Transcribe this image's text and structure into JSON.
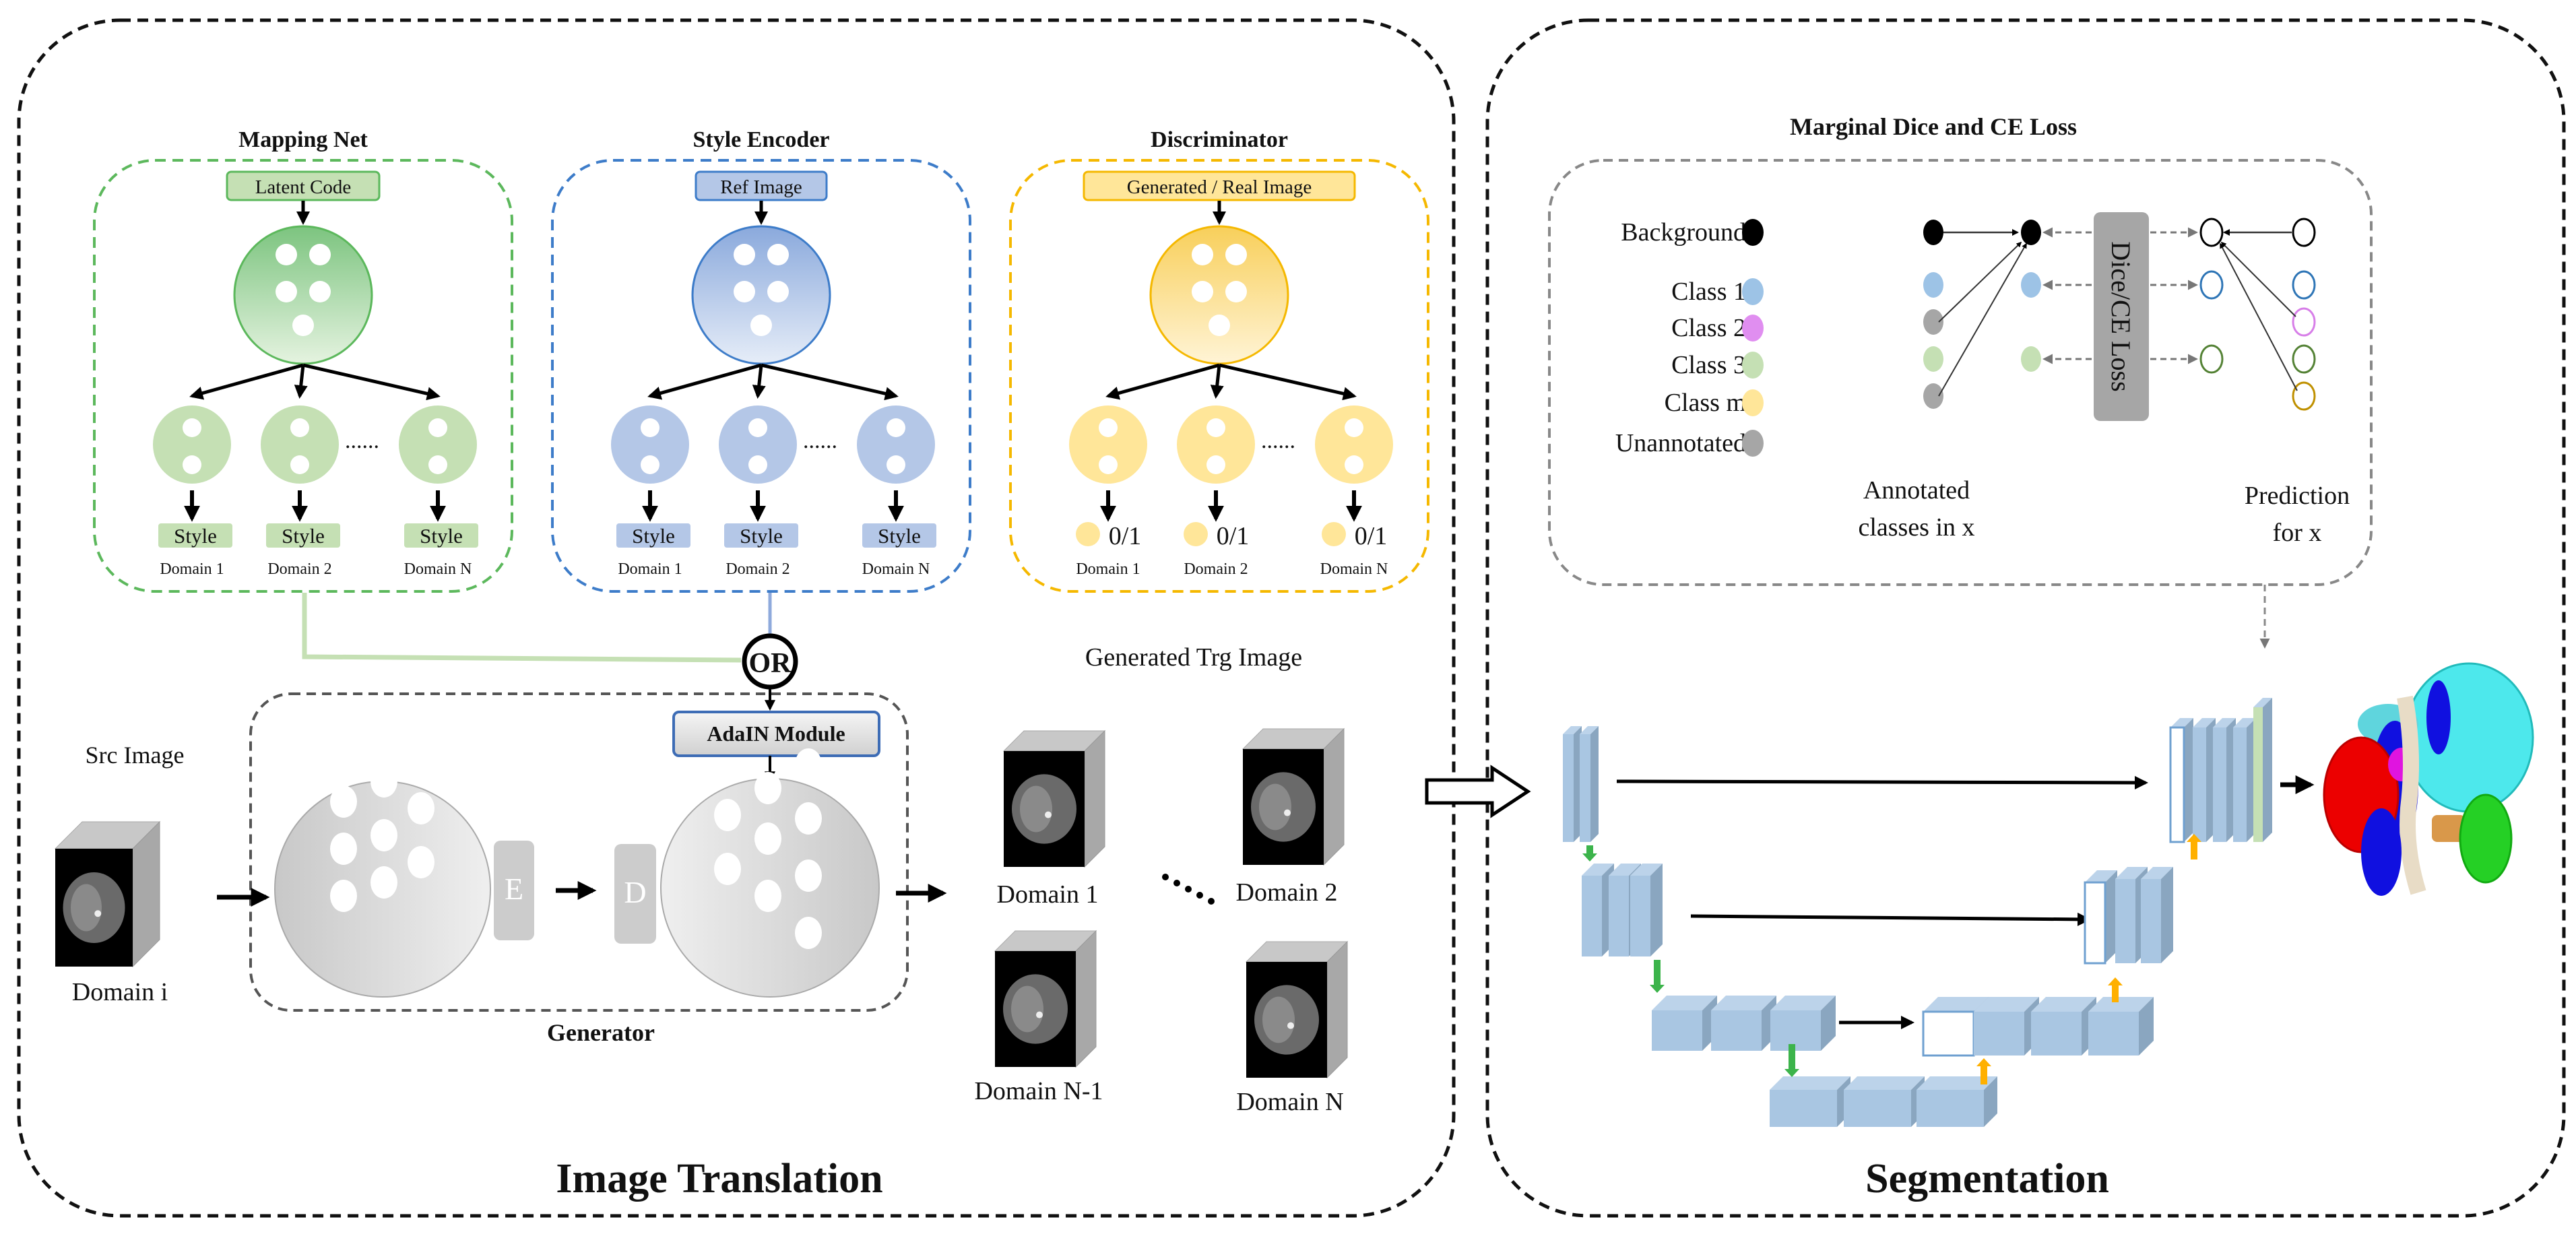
{
  "panels": {
    "translation": {
      "title": "Image Translation"
    },
    "segmentation": {
      "title": "Segmentation"
    }
  },
  "mapping_net": {
    "title": "Mapping Net",
    "input": "Latent Code",
    "outputs": [
      "Style",
      "Style",
      "Style"
    ],
    "domains": [
      "Domain 1",
      "Domain 2",
      "Domain N"
    ],
    "color": "#5cb85c",
    "fill": "#c5e0b4"
  },
  "style_encoder": {
    "title": "Style Encoder",
    "input": "Ref Image",
    "outputs": [
      "Style",
      "Style",
      "Style"
    ],
    "domains": [
      "Domain 1",
      "Domain 2",
      "Domain N"
    ],
    "color": "#3d7cc9",
    "fill": "#b4c7e7"
  },
  "discriminator": {
    "title": "Discriminator",
    "input": "Generated / Real Image",
    "outputs": [
      "0/1",
      "0/1",
      "0/1"
    ],
    "domains": [
      "Domain 1",
      "Domain 2",
      "Domain N"
    ],
    "color": "#f5b800",
    "fill": "#ffe699"
  },
  "generator": {
    "title": "Generator",
    "or_label": "OR",
    "adain_label": "AdaIN Module",
    "encoder_label": "E",
    "decoder_label": "D",
    "src_label": "Src Image",
    "src_domain": "Domain i"
  },
  "generated": {
    "title": "Generated Trg Image",
    "domains": [
      "Domain 1",
      "Domain 2",
      "Domain N-1",
      "Domain N"
    ]
  },
  "loss": {
    "title": "Marginal Dice and CE Loss",
    "legend": [
      {
        "label": "Background",
        "color": "#000000"
      },
      {
        "label": "Class 1",
        "color": "#9dc3e6"
      },
      {
        "label": "Class 2",
        "color": "#e08ef0"
      },
      {
        "label": "Class 3",
        "color": "#c5e0b4"
      },
      {
        "label": "Class m",
        "color": "#ffe699"
      },
      {
        "label": "Unannotated",
        "color": "#a6a6a6"
      }
    ],
    "box_label": "Dice/CE Loss",
    "annotated_label_1": "Annotated",
    "annotated_label_2": "classes in x",
    "prediction_label_1": "Prediction",
    "prediction_label_2": "for x",
    "prediction_colors": [
      "#000000",
      "#2e75b6",
      "#d77ee8",
      "#548235",
      "#bf9000"
    ]
  }
}
